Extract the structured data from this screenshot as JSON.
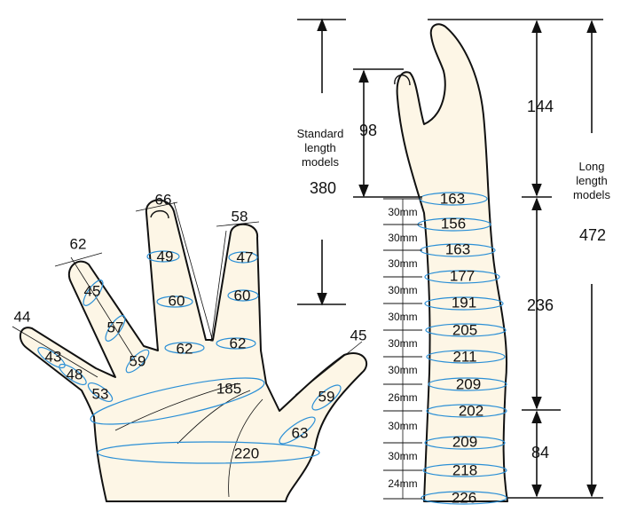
{
  "hand": {
    "pinky": [
      "44",
      "43",
      "48",
      "53"
    ],
    "ring": [
      "62",
      "45",
      "57",
      "59"
    ],
    "middle": [
      "66",
      "49",
      "60",
      "62"
    ],
    "index": [
      "58",
      "47",
      "60",
      "62"
    ],
    "thumb": [
      "45",
      "59",
      "63"
    ],
    "palm": [
      "185",
      "220"
    ]
  },
  "arm": {
    "circumferences": [
      "163",
      "156",
      "163",
      "177",
      "191",
      "205",
      "211",
      "209",
      "202",
      "209",
      "218",
      "226"
    ],
    "spacings": [
      "30mm",
      "30mm",
      "30mm",
      "30mm",
      "30mm",
      "30mm",
      "30mm",
      "26mm",
      "30mm",
      "30mm",
      "24mm"
    ],
    "hand_length_standard": "98",
    "hand_length_long": "144",
    "standard_label": [
      "Standard",
      "length",
      "models"
    ],
    "standard_total": "380",
    "long_label": [
      "Long",
      "length",
      "models"
    ],
    "long_total": "472",
    "upper_section": "236",
    "lower_section": "84"
  }
}
